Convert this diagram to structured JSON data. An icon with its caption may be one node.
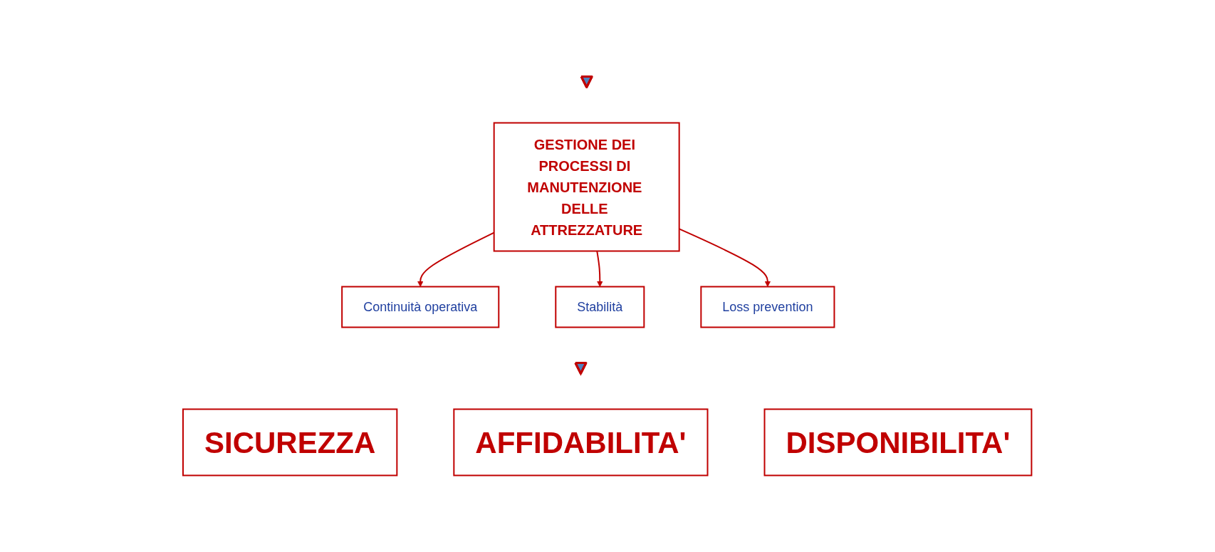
{
  "diagram": {
    "nodes": [
      {
        "text": [],
        "shape": "arrow"
      },
      {
        "text": [
          "GESTIONE DEI PROCESSI DI MANUTENZIONE DELLE ATTREZZATURE"
        ]
      },
      {
        "text": [
          "Continuità operativa"
        ]
      },
      {
        "text": [
          "Stabilità"
        ]
      },
      {
        "text": [
          "Loss prevention"
        ]
      },
      {
        "text": [],
        "shape": "arrow"
      },
      {
        "text": [
          "SICUREZZA"
        ]
      },
      {
        "text": [
          "AFFIDABILITA'"
        ]
      },
      {
        "text": [
          "DISPONIBILITA'"
        ]
      }
    ],
    "edges": [
      {
        "from": 1,
        "to": 2,
        "arrow": "to"
      },
      {
        "from": 1,
        "to": 3,
        "arrow": "to"
      },
      {
        "from": 1,
        "to": 4,
        "arrow": "to"
      }
    ]
  }
}
